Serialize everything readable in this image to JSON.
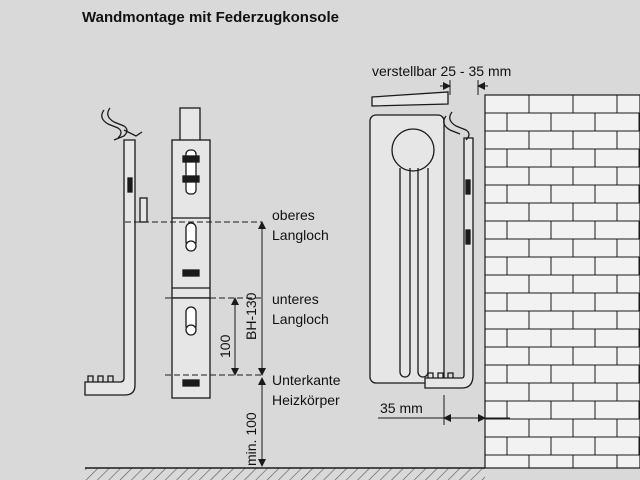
{
  "title": "Wandmontage mit Federzugkonsole",
  "labels": {
    "adjustable": "verstellbar 25 - 35 mm",
    "upper_slot_1": "oberes",
    "upper_slot_2": "Langloch",
    "lower_slot_1": "unteres",
    "lower_slot_2": "Langloch",
    "bottom_edge_1": "Unterkante",
    "bottom_edge_2": "Heizkörper",
    "distance_35": "35 mm",
    "dim_bh": "BH-130",
    "dim_100": "100",
    "dim_min100": "min. 100"
  },
  "colors": {
    "background": "#d9d9d9",
    "line": "#1a1a1a",
    "part_fill": "#e6e6e6",
    "wall_fill": "#f2f2f2",
    "floor_hatch": "#555555"
  }
}
